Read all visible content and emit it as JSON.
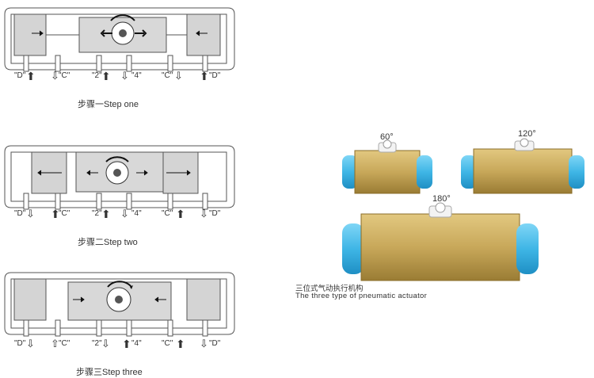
{
  "steps": [
    {
      "caption": "步骤一Step one",
      "ports": {
        "d_left": "\"D\"",
        "c_left": "\"C\"",
        "p2": "\"2\"",
        "p4": "\"4\"",
        "c_right": "\"C\"",
        "d_right": "\"D\""
      },
      "arrows": {
        "d_left": "up-solid",
        "c_left": "down-outline",
        "p2": "up-solid",
        "p4": "down-outline",
        "c_right": "down-outline",
        "d_right": "up-solid"
      }
    },
    {
      "caption": "步骤二Step two",
      "ports": {
        "d_left": "\"D\"",
        "c_left": "\"C\"",
        "p2": "\"2\"",
        "p4": "\"4\"",
        "c_right": "\"C\"",
        "d_right": "\"D\""
      },
      "arrows": {
        "d_left": "down-outline",
        "c_left": "up-solid",
        "p2": "up-solid",
        "p4": "down-outline",
        "c_right": "up-solid",
        "d_right": "down-outline"
      }
    },
    {
      "caption": "步骤三Step three",
      "ports": {
        "d_left": "\"D\"",
        "c_left": "\"C\"",
        "p2": "\"2\"",
        "p4": "\"4\"",
        "c_right": "\"C\"",
        "d_right": "\"D\""
      },
      "arrows": {
        "d_left": "down-outline",
        "c_left": "up-outline",
        "p2": "down-outline",
        "p4": "up-solid",
        "c_right": "up-solid",
        "d_right": "down-outline"
      }
    }
  ],
  "actuators": [
    {
      "angle_label": "60°"
    },
    {
      "angle_label": "120°"
    },
    {
      "angle_label": "180°"
    }
  ],
  "caption": {
    "cn": "三位式气动执行机构",
    "en": "The three type of pneumatic actuator"
  },
  "colors": {
    "body_gold": "#c8a85a",
    "body_dark": "#9a7c34",
    "cap_blue": "#3fb6e6",
    "piston_gray": "#cfcfcf"
  }
}
